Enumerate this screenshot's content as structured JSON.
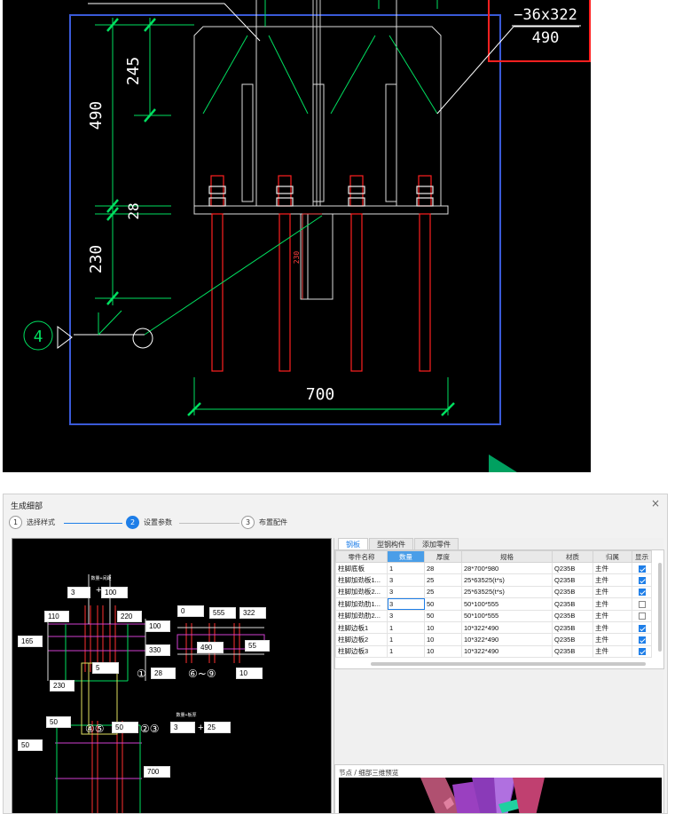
{
  "cad": {
    "dim_245": "245",
    "dim_490": "490",
    "dim_28": "28",
    "dim_230": "230",
    "dim_700": "700",
    "dim_230_small": "230",
    "label_plate": "−36x322",
    "label_plate_len": "490",
    "callout_num": "4"
  },
  "dialog": {
    "title": "生成细部",
    "close": "×",
    "steps": [
      {
        "num": "1",
        "label": "选择样式"
      },
      {
        "num": "2",
        "label": "设置参数"
      },
      {
        "num": "3",
        "label": "布置配件"
      }
    ]
  },
  "schematic": {
    "label_top": "数量+间距",
    "label_mid": "数量+板厚",
    "plus": "+",
    "inputs": {
      "q1": "3",
      "s1": "100",
      "w110": "110",
      "w220": "220",
      "w100": "100",
      "w165": "165",
      "w330": "330",
      "w5": "5",
      "w230": "230",
      "w28": "28",
      "w0": "0",
      "w555": "555",
      "w322": "322",
      "w490": "490",
      "w55": "55",
      "w10": "10",
      "w50a": "50",
      "w50b": "50",
      "w50c": "50",
      "q2": "3",
      "t2": "25",
      "w700": "700"
    },
    "marks": {
      "m1": "①",
      "m69": "⑥~⑨",
      "m45": "④⑤",
      "m23": "②③"
    }
  },
  "tabs": [
    "钢板",
    "型钢构件",
    "添加零件"
  ],
  "table": {
    "headers": [
      "零件名称",
      "数量",
      "厚度",
      "规格",
      "材质",
      "归属",
      "显示"
    ],
    "rows": [
      {
        "name": "柱脚底板",
        "qty": "1",
        "thk": "28",
        "spec": "28*700*980",
        "mat": "Q235B",
        "own": "主件",
        "show": true
      },
      {
        "name": "柱脚加劲板1...",
        "qty": "3",
        "thk": "25",
        "spec": "25*63525(t*s)",
        "mat": "Q235B",
        "own": "主件",
        "show": true
      },
      {
        "name": "柱脚加劲板2...",
        "qty": "3",
        "thk": "25",
        "spec": "25*63525(t*s)",
        "mat": "Q235B",
        "own": "主件",
        "show": true
      },
      {
        "name": "柱脚加劲肋1...",
        "qty": "3",
        "thk": "50",
        "spec": "50*100*555",
        "mat": "Q235B",
        "own": "主件",
        "show": false
      },
      {
        "name": "柱脚加劲肋2...",
        "qty": "3",
        "thk": "50",
        "spec": "50*100*555",
        "mat": "Q235B",
        "own": "主件",
        "show": false
      },
      {
        "name": "柱脚边板1",
        "qty": "1",
        "thk": "10",
        "spec": "10*322*490",
        "mat": "Q235B",
        "own": "主件",
        "show": true
      },
      {
        "name": "柱脚边板2",
        "qty": "1",
        "thk": "10",
        "spec": "10*322*490",
        "mat": "Q235B",
        "own": "主件",
        "show": true
      },
      {
        "name": "柱脚边板3",
        "qty": "1",
        "thk": "10",
        "spec": "10*322*490",
        "mat": "Q235B",
        "own": "主件",
        "show": true
      }
    ]
  },
  "preview": {
    "title": "节点 / 细部三维预览"
  },
  "colors": {
    "accent": "#1e7ee8",
    "cad_green": "#00e060",
    "cad_red": "#ff2020",
    "cad_blue": "#3a5ad8"
  }
}
